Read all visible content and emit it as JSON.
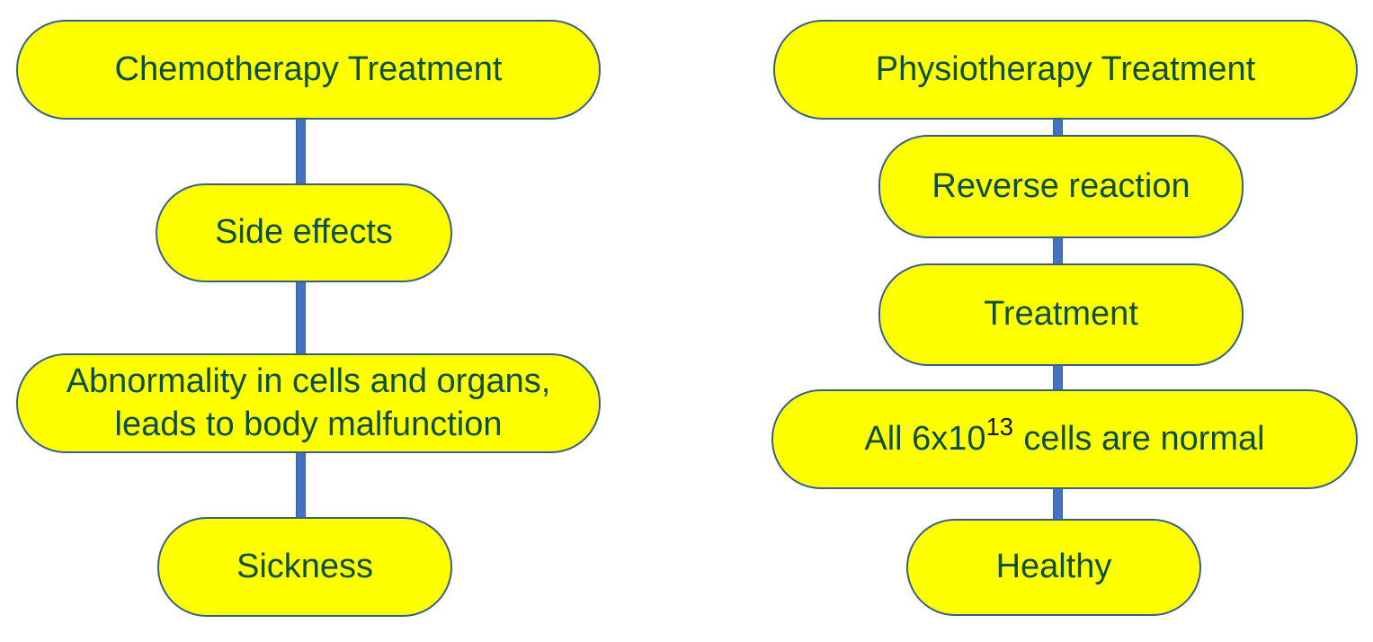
{
  "diagram": {
    "colors": {
      "background": "#ffffff",
      "node_fill": "#ffff00",
      "node_border": "#3a5f87",
      "connector": "#4472c4",
      "text": "#0d4f3c",
      "superscript": "#161600"
    },
    "flows": [
      {
        "name": "chemotherapy-flow",
        "nodes": [
          {
            "label": "Chemotherapy Treatment"
          },
          {
            "label": "Side effects"
          },
          {
            "label": "Abnormality in cells and organs, leads to body malfunction"
          },
          {
            "label": "Sickness"
          }
        ]
      },
      {
        "name": "physiotherapy-flow",
        "nodes": [
          {
            "label": "Physiotherapy Treatment"
          },
          {
            "label": "Reverse reaction"
          },
          {
            "label": "Treatment"
          },
          {
            "label_pre": "All 6x10",
            "superscript": "13",
            "label_post": "cells are normal"
          },
          {
            "label": "Healthy"
          }
        ]
      }
    ]
  }
}
